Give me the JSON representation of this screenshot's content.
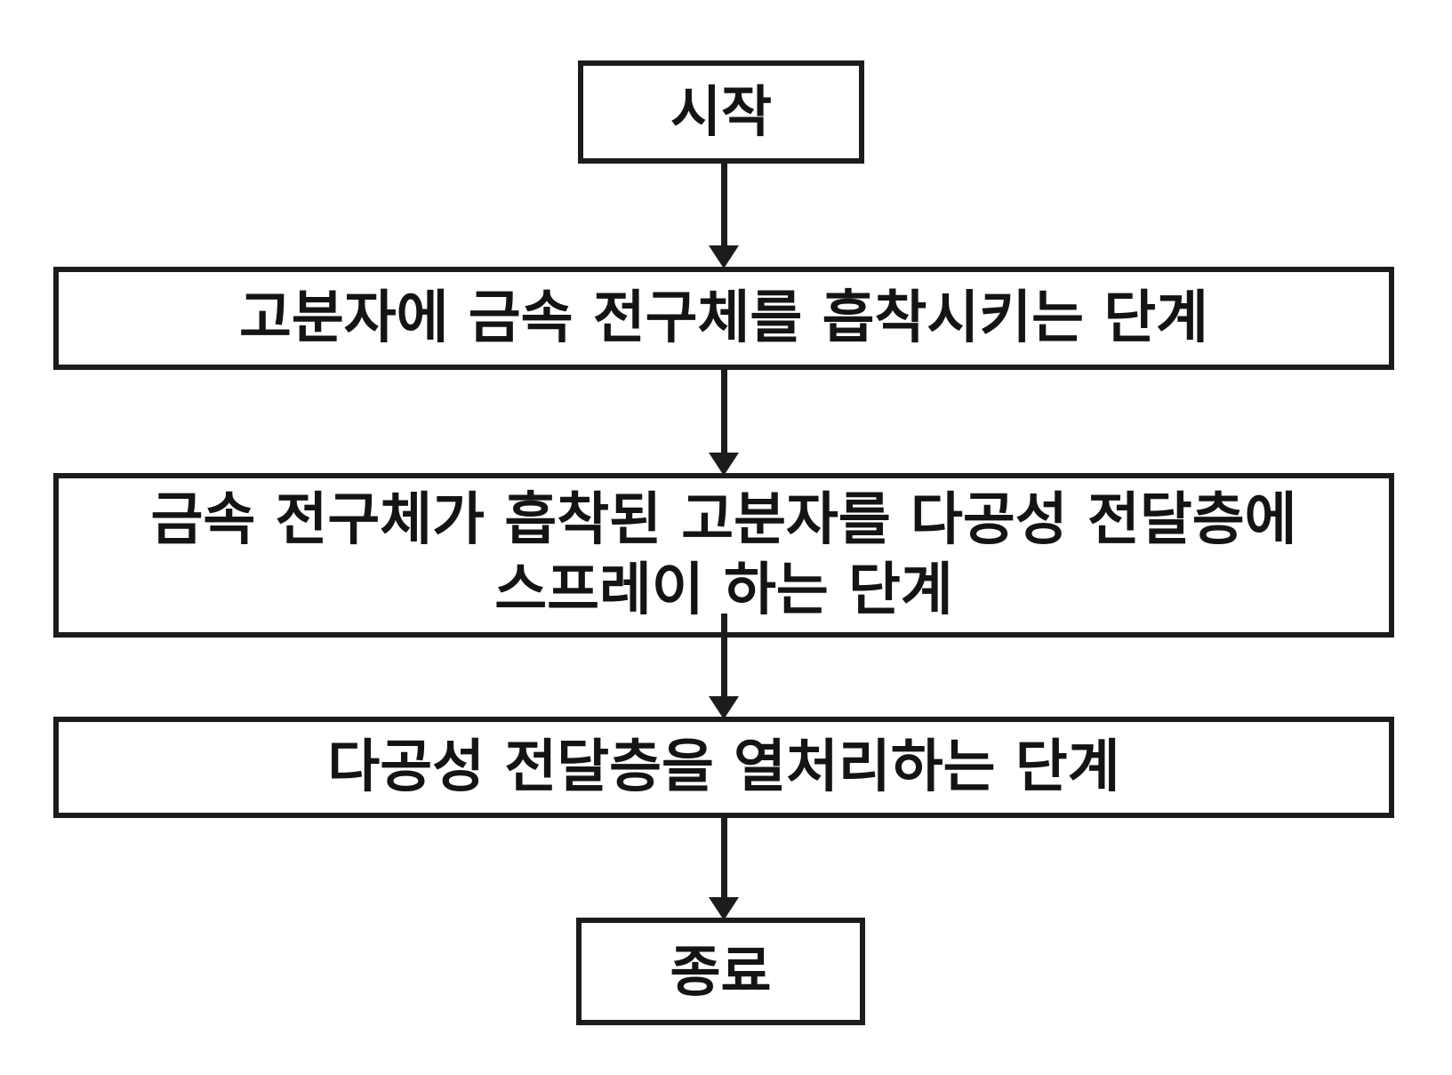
{
  "page": {
    "background_color": "#ffffff",
    "ink_color": "#1c1c1c"
  },
  "diagram": {
    "type": "flowchart",
    "language": "ko",
    "nodes": {
      "start": {
        "shape": "rectangle",
        "label": "시작"
      },
      "adsorb": {
        "shape": "rectangle",
        "label": "고분자에 금속 전구체를 흡착시키는 단계"
      },
      "spray": {
        "shape": "rectangle",
        "line1": "금속 전구체가 흡착된 고분자를 다공성 전달층에",
        "line2": "스프레이 하는 단계"
      },
      "heat": {
        "shape": "rectangle",
        "label": "다공성 전달층을 열처리하는 단계"
      },
      "end": {
        "shape": "rectangle",
        "label": "종료"
      }
    },
    "edges": [
      {
        "from": "start",
        "to": "adsorb",
        "style": "arrow-down"
      },
      {
        "from": "adsorb",
        "to": "spray",
        "style": "arrow-down"
      },
      {
        "from": "spray",
        "to": "heat",
        "style": "arrow-down"
      },
      {
        "from": "heat",
        "to": "end",
        "style": "arrow-down"
      }
    ]
  }
}
